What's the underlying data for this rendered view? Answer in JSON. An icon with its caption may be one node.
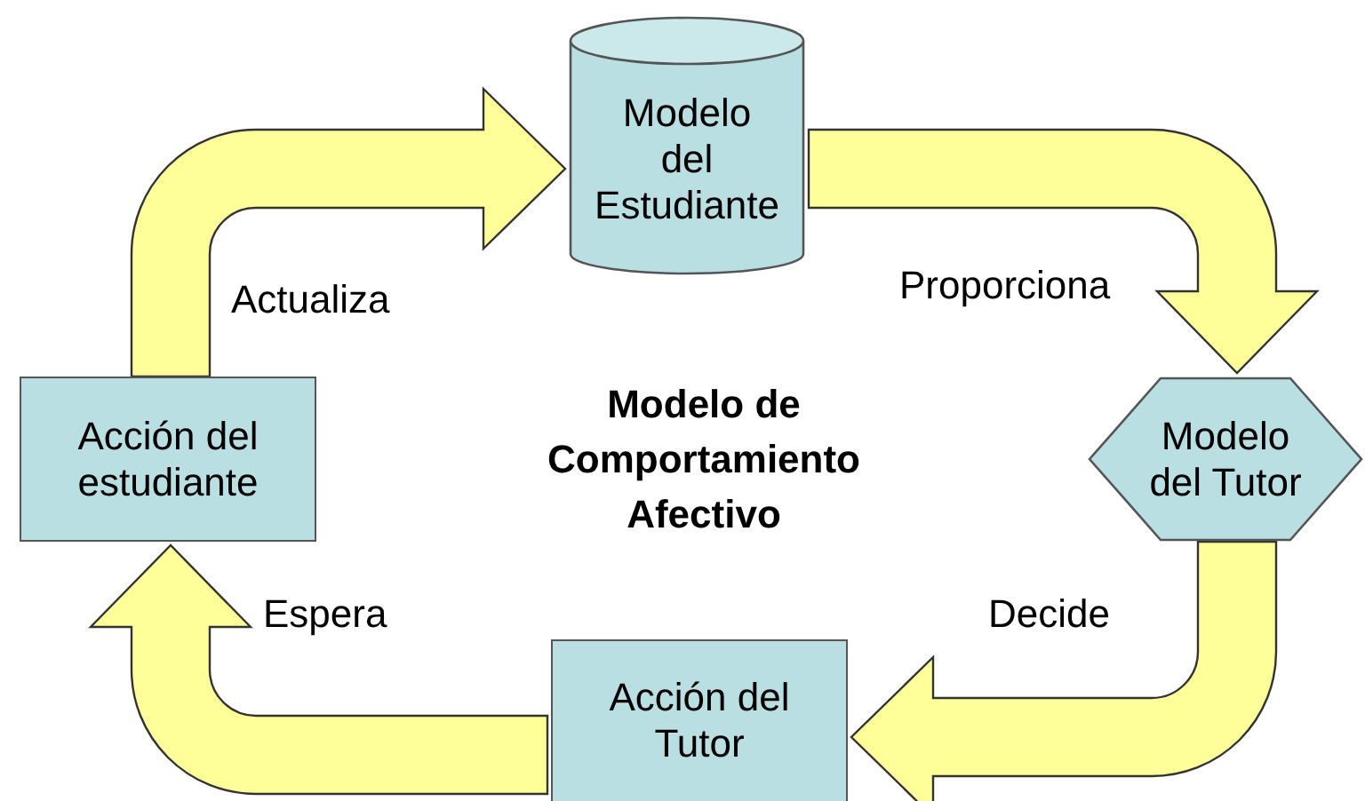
{
  "diagram": {
    "title": "Modelo de Comportamiento Afectivo",
    "nodes": [
      {
        "text": [
          "Modelo del Estudiante"
        ]
      },
      {
        "text": [
          "Modelo del Tutor"
        ]
      },
      {
        "text": [
          "Acción del Tutor"
        ]
      },
      {
        "text": [
          "Acción del estudiante"
        ]
      }
    ],
    "edges": [
      {
        "from": 3,
        "to": 0,
        "arrow": "to",
        "label": "Actualiza"
      },
      {
        "from": 0,
        "to": 1,
        "arrow": "to",
        "label": "Proporciona"
      },
      {
        "from": 1,
        "to": 2,
        "arrow": "to",
        "label": "Decide"
      },
      {
        "from": 2,
        "to": 3,
        "arrow": "to",
        "label": "Espera"
      }
    ]
  }
}
